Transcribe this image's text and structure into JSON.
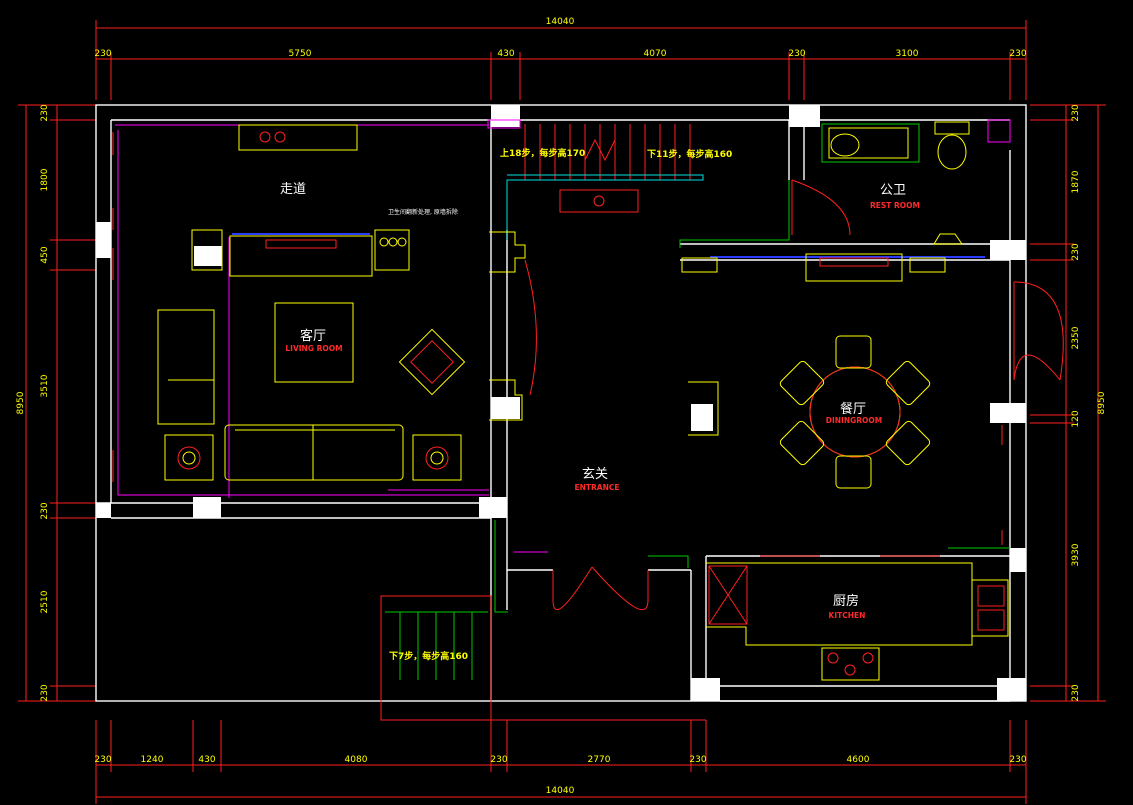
{
  "dimensions": {
    "top_total": "14040",
    "top_segments": [
      "230",
      "5750",
      "430",
      "4070",
      "230",
      "3100",
      "230"
    ],
    "bottom_total": "14040",
    "bottom_segments": [
      "230",
      "1240",
      "430",
      "4080",
      "230",
      "2770",
      "230",
      "4600",
      "230"
    ],
    "left_total": "8950",
    "left_segments": [
      "230",
      "1800",
      "450",
      "3510",
      "230",
      "2510",
      "230"
    ],
    "right_total": "8950",
    "right_segments": [
      "230",
      "1870",
      "230",
      "2350",
      "120",
      "3930",
      "230"
    ]
  },
  "rooms": {
    "corridor": {
      "cn": "走道"
    },
    "living": {
      "cn": "客厅",
      "en": "LIVING ROOM"
    },
    "rest": {
      "cn": "公卫",
      "en": "REST ROOM"
    },
    "dining": {
      "cn": "餐厅",
      "en": "DININGROOM"
    },
    "entrance": {
      "cn": "玄关",
      "en": "ENTRANCE"
    },
    "kitchen": {
      "cn": "厨房",
      "en": "KITCHEN"
    }
  },
  "notes": {
    "stair_up": "上18步，每步高170",
    "stair_down_top": "下11步，每步高160",
    "stair_down_bottom": "下7步，每步高160",
    "small_note": "卫生间翻新处理, 原墙拆除"
  },
  "colors": {
    "background": "#000000",
    "dimension": "#ffff00",
    "wall": "#ffffff",
    "accent_red": "#ff2020"
  }
}
